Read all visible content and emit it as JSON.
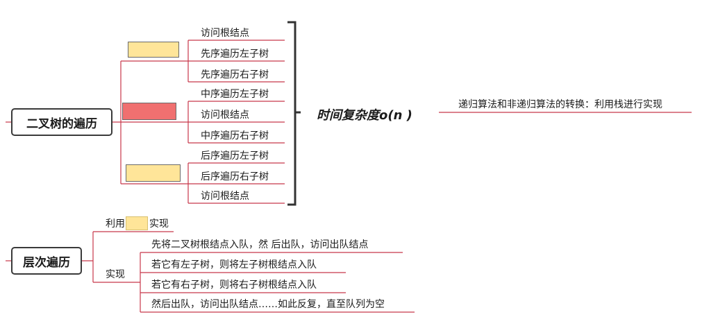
{
  "colors": {
    "line": "#c8374a",
    "bracket": "#333333",
    "blank_yellow": "#ffe599",
    "blank_red": "#f07070"
  },
  "traversal": {
    "root_label": "二叉树的遍历",
    "preorder": [
      "访问根结点",
      "先序遍历左子树",
      "先序遍历右子树"
    ],
    "inorder": [
      "中序遍历左子树",
      "访问根结点",
      "中序遍历右子树"
    ],
    "postorder": [
      "后序遍历左子树",
      "后序遍历右子树",
      "访问根结点"
    ],
    "complexity": "时间复杂度o(n )",
    "note": "递归算法和非递归算法的转换：利用栈进行实现"
  },
  "level": {
    "root_label": "层次遍历",
    "use_prefix": "利用",
    "use_suffix": "实现",
    "impl_label": "实现",
    "steps": [
      "先将二叉树根结点入队，然 后出队，访问出队结点",
      "若它有左子树，则将左子树根结点入队",
      "若它有右子树，则将右子树根结点入队",
      "然后出队，访问出队结点……如此反复，直至队列为空"
    ]
  }
}
